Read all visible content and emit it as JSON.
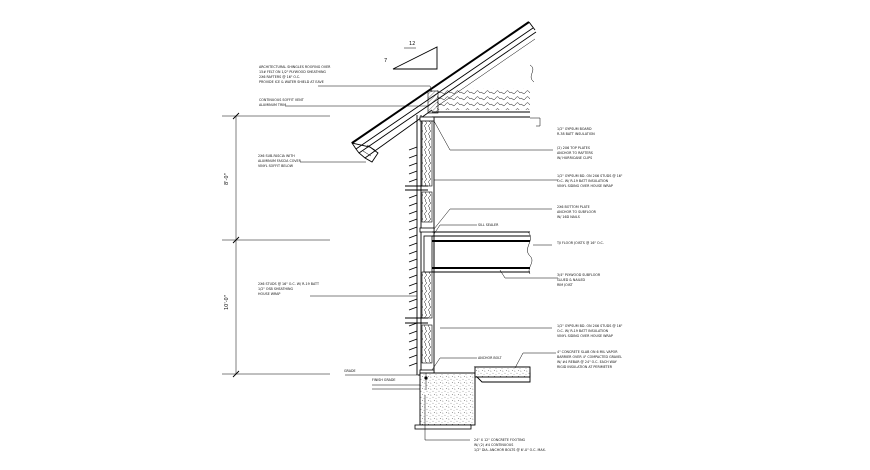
{
  "slope": {
    "rise": "7",
    "run": "12"
  },
  "dims": {
    "upper": "8'-0\"",
    "lower": "10'-0\""
  },
  "left_notes": [
    {
      "lines": [
        "ARCHITECTURAL SHINGLES ROOFING OVER",
        "15# FELT ON 1/2\" PLYWOOD SHEATHING",
        "2X6 RAFTERS @ 16\" O.C.",
        "PROVIDE ICE & WATER SHIELD AT EAVE"
      ]
    },
    {
      "lines": [
        "CONTINUOUS SOFFIT VENT",
        "ALUMINUM TRIM"
      ]
    },
    {
      "lines": [
        "2X6 SUB-FASCIA WITH",
        "ALUMINUM FASCIA COVER",
        "VINYL SOFFIT BELOW"
      ]
    },
    {
      "lines": [
        "2X6 STUDS @ 16\" O.C. W/ R-19 BATT",
        "1/2\" OSB SHEATHING",
        "HOUSE WRAP"
      ]
    }
  ],
  "right_notes": [
    {
      "lines": [
        "1/2\" GYPSUM BOARD",
        "R-38 BATT INSULATION"
      ]
    },
    {
      "lines": [
        "(2) 2X6 TOP PLATES",
        "ANCHOR TO RAFTERS",
        "W/ HURRICANE CLIPS"
      ]
    },
    {
      "lines": [
        "1/2\" GYPSUM BD. ON 2X6 STUDS @ 16\"",
        "O.C. W/ R-19 BATT INSULATION",
        "VINYL SIDING OVER HOUSE WRAP"
      ]
    },
    {
      "lines": [
        "2X6 BOTTOM PLATE",
        "ANCHOR TO SUBFLOOR",
        "W/ 16D NAILS"
      ]
    },
    {
      "lines": [
        "TJI FLOOR JOISTS @ 16\" O.C."
      ]
    },
    {
      "lines": [
        "3/4\" PLYWOOD SUBFLOOR",
        "GLUED & NAILED",
        "RIM JOIST"
      ]
    },
    {
      "lines": [
        "1/2\" GYPSUM BD. ON 2X6 STUDS @ 16\"",
        "O.C. W/ R-19 BATT INSULATION",
        "VINYL SIDING OVER HOUSE WRAP"
      ]
    },
    {
      "lines": [
        "4\" CONCRETE SLAB ON 6 MIL VAPOR",
        "BARRIER OVER 4\" COMPACTED GRAVEL",
        "W/ #4 REBAR @ 24\" O.C. EACH WAY",
        "RIGID INSULATION AT PERIMETER"
      ]
    }
  ],
  "mid_labels": {
    "sill_seal": "SILL SEALER",
    "anchor_bolt": "ANCHOR BOLT"
  },
  "grade": {
    "label": "GRADE",
    "finish": "FINISH GRADE"
  },
  "footing_note": {
    "lines": [
      "24\" X 12\" CONCRETE FOOTING",
      "W/ (2) #4 CONTINUOUS",
      "1/2\" DIA. ANCHOR BOLTS @ 6'-0\" O.C. MAX."
    ]
  }
}
